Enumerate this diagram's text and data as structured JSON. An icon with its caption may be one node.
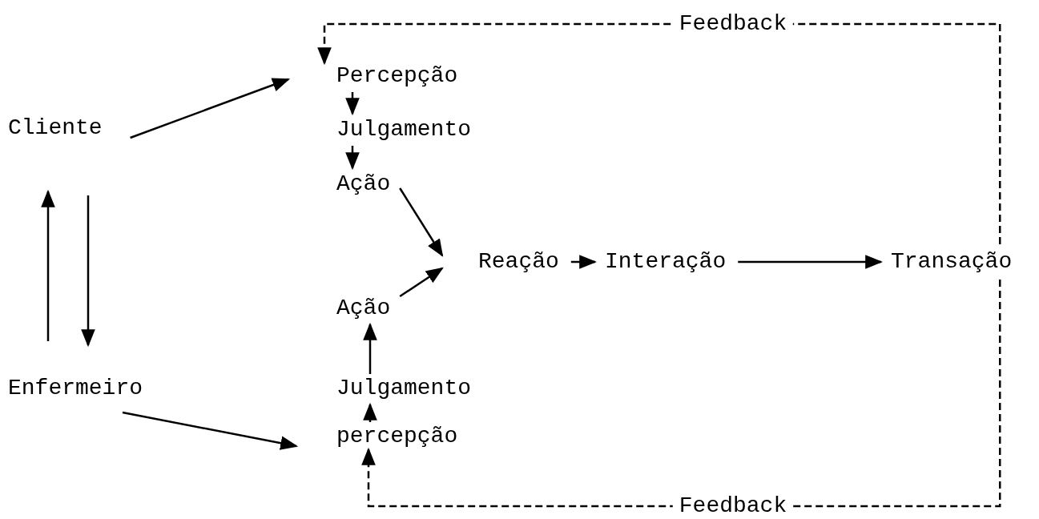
{
  "diagram": {
    "nodes": [
      {
        "text": [
          "Cliente"
        ]
      },
      {
        "text": [
          "Enfermeiro"
        ]
      },
      {
        "text": [
          "Percepção"
        ]
      },
      {
        "text": [
          "Julgamento"
        ]
      },
      {
        "text": [
          "Ação"
        ]
      },
      {
        "text": [
          "Reação"
        ]
      },
      {
        "text": [
          "Interação"
        ]
      },
      {
        "text": [
          "Transação"
        ]
      },
      {
        "text": [
          "Ação"
        ]
      },
      {
        "text": [
          "Julgamento"
        ]
      },
      {
        "text": [
          "percepção"
        ]
      }
    ],
    "edges": [
      {
        "from": 0,
        "to": 2,
        "arrow": "to"
      },
      {
        "from": 1,
        "to": 10,
        "arrow": "to"
      },
      {
        "from": 1,
        "to": 0,
        "arrow": "to"
      },
      {
        "from": 0,
        "to": 1,
        "arrow": "to"
      },
      {
        "from": 2,
        "to": 3,
        "arrow": "to"
      },
      {
        "from": 3,
        "to": 4,
        "arrow": "to"
      },
      {
        "from": 4,
        "to": 5,
        "arrow": "to"
      },
      {
        "from": 8,
        "to": 5,
        "arrow": "to"
      },
      {
        "from": 10,
        "to": 9,
        "arrow": "to"
      },
      {
        "from": 9,
        "to": 8,
        "arrow": "to"
      },
      {
        "from": 5,
        "to": 6,
        "arrow": "to"
      },
      {
        "from": 6,
        "to": 7,
        "arrow": "to"
      },
      {
        "from": 7,
        "to": 2,
        "arrow": "to",
        "label": "Feedback",
        "style": "dashed"
      },
      {
        "from": 7,
        "to": 10,
        "arrow": "to",
        "label": "Feedback",
        "style": "dashed"
      }
    ]
  }
}
